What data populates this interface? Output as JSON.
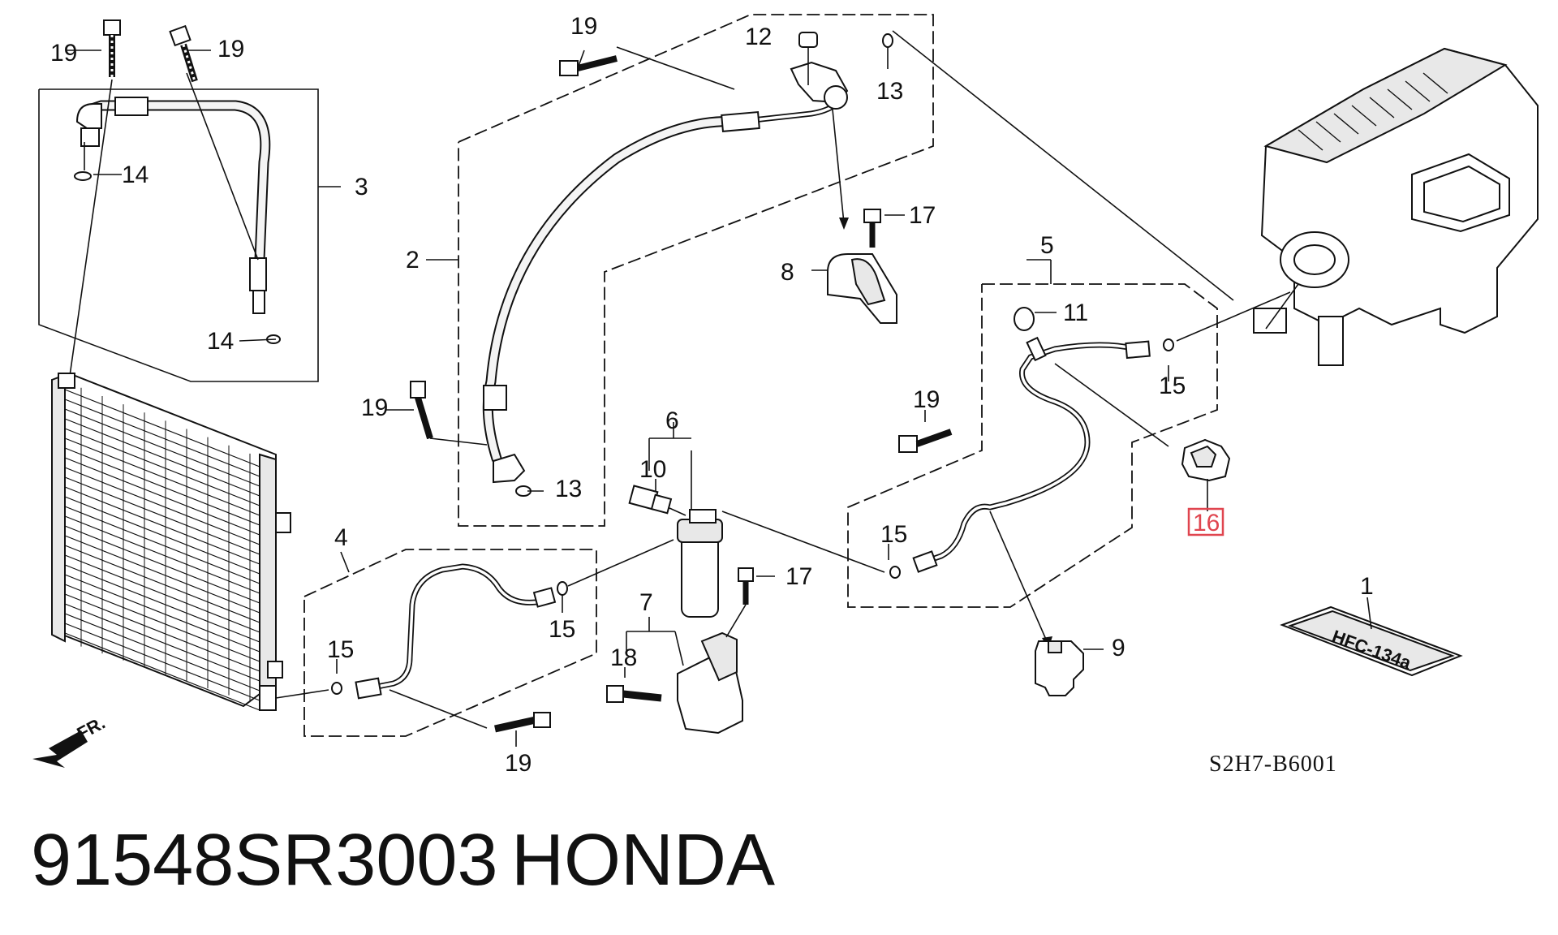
{
  "diagram": {
    "part_number_caption": "91548SR3003",
    "brand_caption": "HONDA",
    "diagram_code": "S2H7-B6001",
    "front_arrow_label": "FR.",
    "label_plate_text": "HFC-134a",
    "highlighted_callout": "16",
    "callouts": {
      "c1": "1",
      "c2": "2",
      "c3": "3",
      "c4": "4",
      "c5": "5",
      "c6": "6",
      "c7": "7",
      "c8": "8",
      "c9": "9",
      "c10": "10",
      "c11": "11",
      "c12": "12",
      "c13a": "13",
      "c13b": "13",
      "c14a": "14",
      "c14b": "14",
      "c15a": "15",
      "c15b": "15",
      "c15c": "15",
      "c15d": "15",
      "c16": "16",
      "c17a": "17",
      "c17b": "17",
      "c18": "18",
      "c19a": "19",
      "c19b": "19",
      "c19c": "19",
      "c19d": "19",
      "c19e": "19",
      "c19f": "19"
    },
    "colors": {
      "line": "#111111",
      "highlight": "#e0454f",
      "background": "#ffffff"
    },
    "icons": [
      "front-direction-arrow-icon"
    ]
  }
}
